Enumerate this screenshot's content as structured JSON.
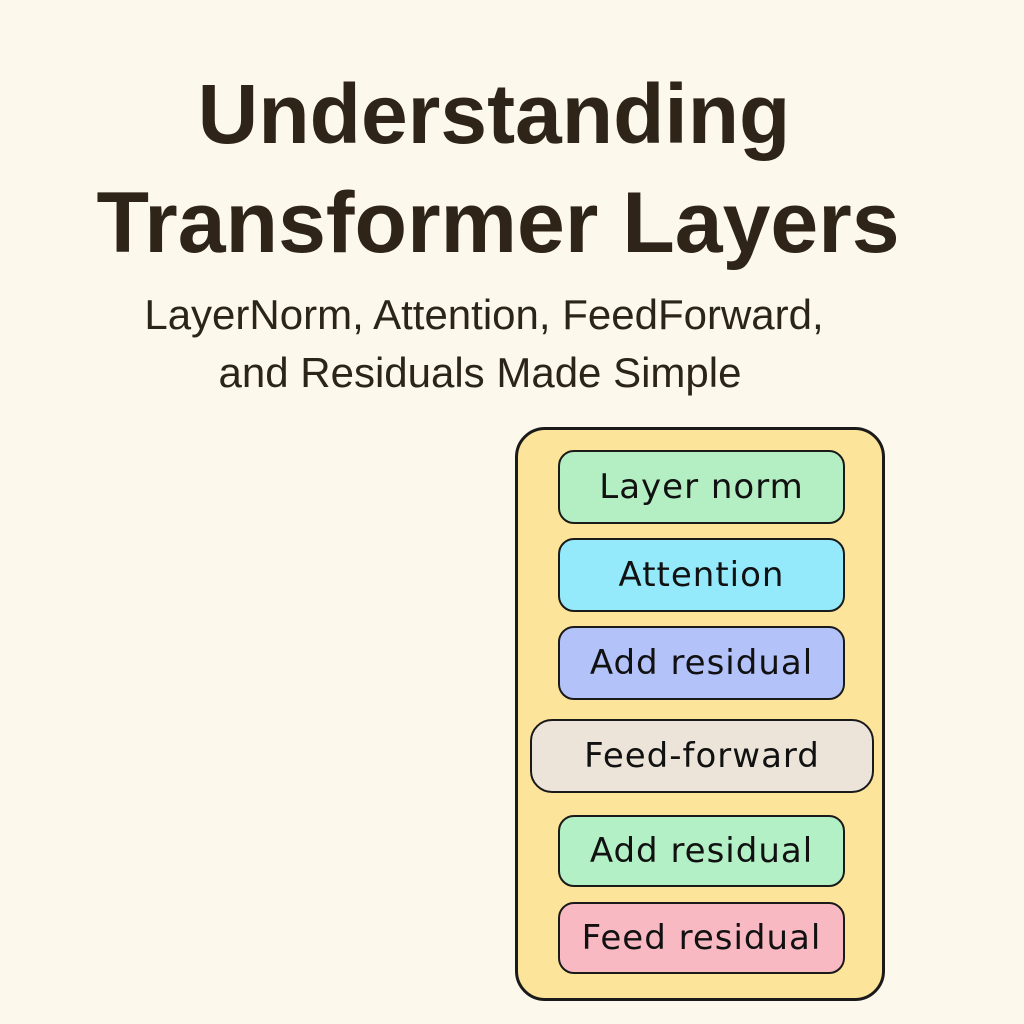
{
  "title": {
    "line1": "Understanding",
    "line2": "Transformer Layers"
  },
  "subtitle": {
    "line1": "LayerNorm, Attention, FeedForward,",
    "line2": "and Residuals Made Simple"
  },
  "diagram": {
    "container_color": "#fde49b",
    "blocks": [
      {
        "label": "Layer norm",
        "color": "#b3efc3"
      },
      {
        "label": "Attention",
        "color": "#94e9fb"
      },
      {
        "label": "Add residual",
        "color": "#b3c3fa"
      },
      {
        "label": "Feed-forward",
        "color": "#ece4d9"
      },
      {
        "label": "Add residual",
        "color": "#b3f0c5"
      },
      {
        "label": "Feed residual",
        "color": "#f9b9c2"
      }
    ]
  }
}
